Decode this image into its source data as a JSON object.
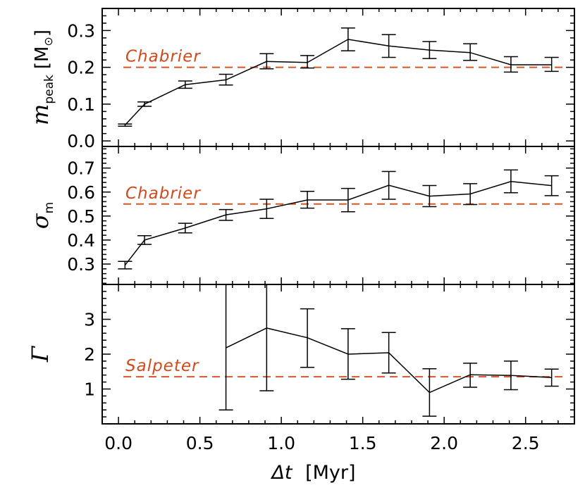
{
  "chart_data": [
    {
      "type": "line",
      "ylabel": "m_peak [M⊙]",
      "ylabel_parts": {
        "symbol": "m",
        "sub": "peak",
        "unit_open": "[M",
        "unit_sun": "⊙",
        "unit_close": "]"
      },
      "ylim": [
        -0.015,
        0.36
      ],
      "yticks": [
        0.0,
        0.1,
        0.2,
        0.3
      ],
      "ytick_labels": [
        "0.0",
        "0.1",
        "0.2",
        "0.3"
      ],
      "reference": {
        "label": "Chabrier",
        "value": 0.2
      },
      "series": [
        {
          "x": [
            0.04,
            0.16,
            0.41,
            0.66,
            0.91,
            1.16,
            1.41,
            1.66,
            1.91,
            2.16,
            2.41,
            2.66
          ],
          "y": [
            0.043,
            0.1,
            0.153,
            0.166,
            0.216,
            0.213,
            0.276,
            0.258,
            0.247,
            0.24,
            0.207,
            0.207
          ],
          "err_low": [
            0.04,
            0.094,
            0.143,
            0.152,
            0.196,
            0.198,
            0.245,
            0.227,
            0.224,
            0.219,
            0.187,
            0.189
          ],
          "err_high": [
            0.046,
            0.106,
            0.163,
            0.181,
            0.237,
            0.232,
            0.307,
            0.289,
            0.27,
            0.264,
            0.229,
            0.227
          ]
        }
      ]
    },
    {
      "type": "line",
      "ylabel": "σ_m",
      "ylabel_parts": {
        "symbol": "σ",
        "sub": "m"
      },
      "ylim": [
        0.215,
        0.79
      ],
      "yticks": [
        0.3,
        0.4,
        0.5,
        0.6,
        0.7
      ],
      "ytick_labels": [
        "0.3",
        "0.4",
        "0.5",
        "0.6",
        "0.7"
      ],
      "reference": {
        "label": "Chabrier",
        "value": 0.55
      },
      "series": [
        {
          "x": [
            0.04,
            0.16,
            0.41,
            0.66,
            0.91,
            1.16,
            1.41,
            1.66,
            1.91,
            2.16,
            2.41,
            2.66
          ],
          "y": [
            0.295,
            0.4,
            0.45,
            0.505,
            0.53,
            0.567,
            0.567,
            0.628,
            0.583,
            0.592,
            0.644,
            0.627
          ],
          "err_low": [
            0.28,
            0.382,
            0.43,
            0.482,
            0.49,
            0.533,
            0.518,
            0.57,
            0.539,
            0.548,
            0.597,
            0.585
          ],
          "err_high": [
            0.311,
            0.418,
            0.47,
            0.527,
            0.57,
            0.603,
            0.615,
            0.686,
            0.627,
            0.635,
            0.692,
            0.668
          ]
        }
      ]
    },
    {
      "type": "line",
      "ylabel": "Γ",
      "ylabel_parts": {
        "symbol": "Γ"
      },
      "ylim": [
        0,
        4.0
      ],
      "yticks": [
        1,
        2,
        3
      ],
      "ytick_labels": [
        "1",
        "2",
        "3"
      ],
      "reference": {
        "label": "Salpeter",
        "value": 1.35
      },
      "series": [
        {
          "x": [
            0.66,
            0.91,
            1.16,
            1.41,
            1.66,
            1.91,
            2.16,
            2.41,
            2.66
          ],
          "y": [
            2.18,
            2.75,
            2.47,
            2.0,
            2.04,
            0.9,
            1.41,
            1.39,
            1.33
          ],
          "err_low": [
            0.4,
            0.95,
            1.62,
            1.28,
            1.46,
            0.22,
            1.05,
            0.98,
            1.08
          ],
          "err_high": [
            4.0,
            4.0,
            3.3,
            2.73,
            2.62,
            1.58,
            1.74,
            1.8,
            1.57
          ]
        }
      ]
    }
  ],
  "x_axis": {
    "label_symbol": "Δt",
    "label_unit": "[Myr]",
    "xlim": [
      -0.1,
      2.8
    ],
    "ticks": [
      0.0,
      0.5,
      1.0,
      1.5,
      2.0,
      2.5
    ],
    "tick_labels": [
      "0.0",
      "0.5",
      "1.0",
      "1.5",
      "2.0",
      "2.5"
    ]
  },
  "colors": {
    "axis": "#000000",
    "data": "#000000",
    "reference": "#e0521e",
    "reference_text": "#d04a1c"
  }
}
